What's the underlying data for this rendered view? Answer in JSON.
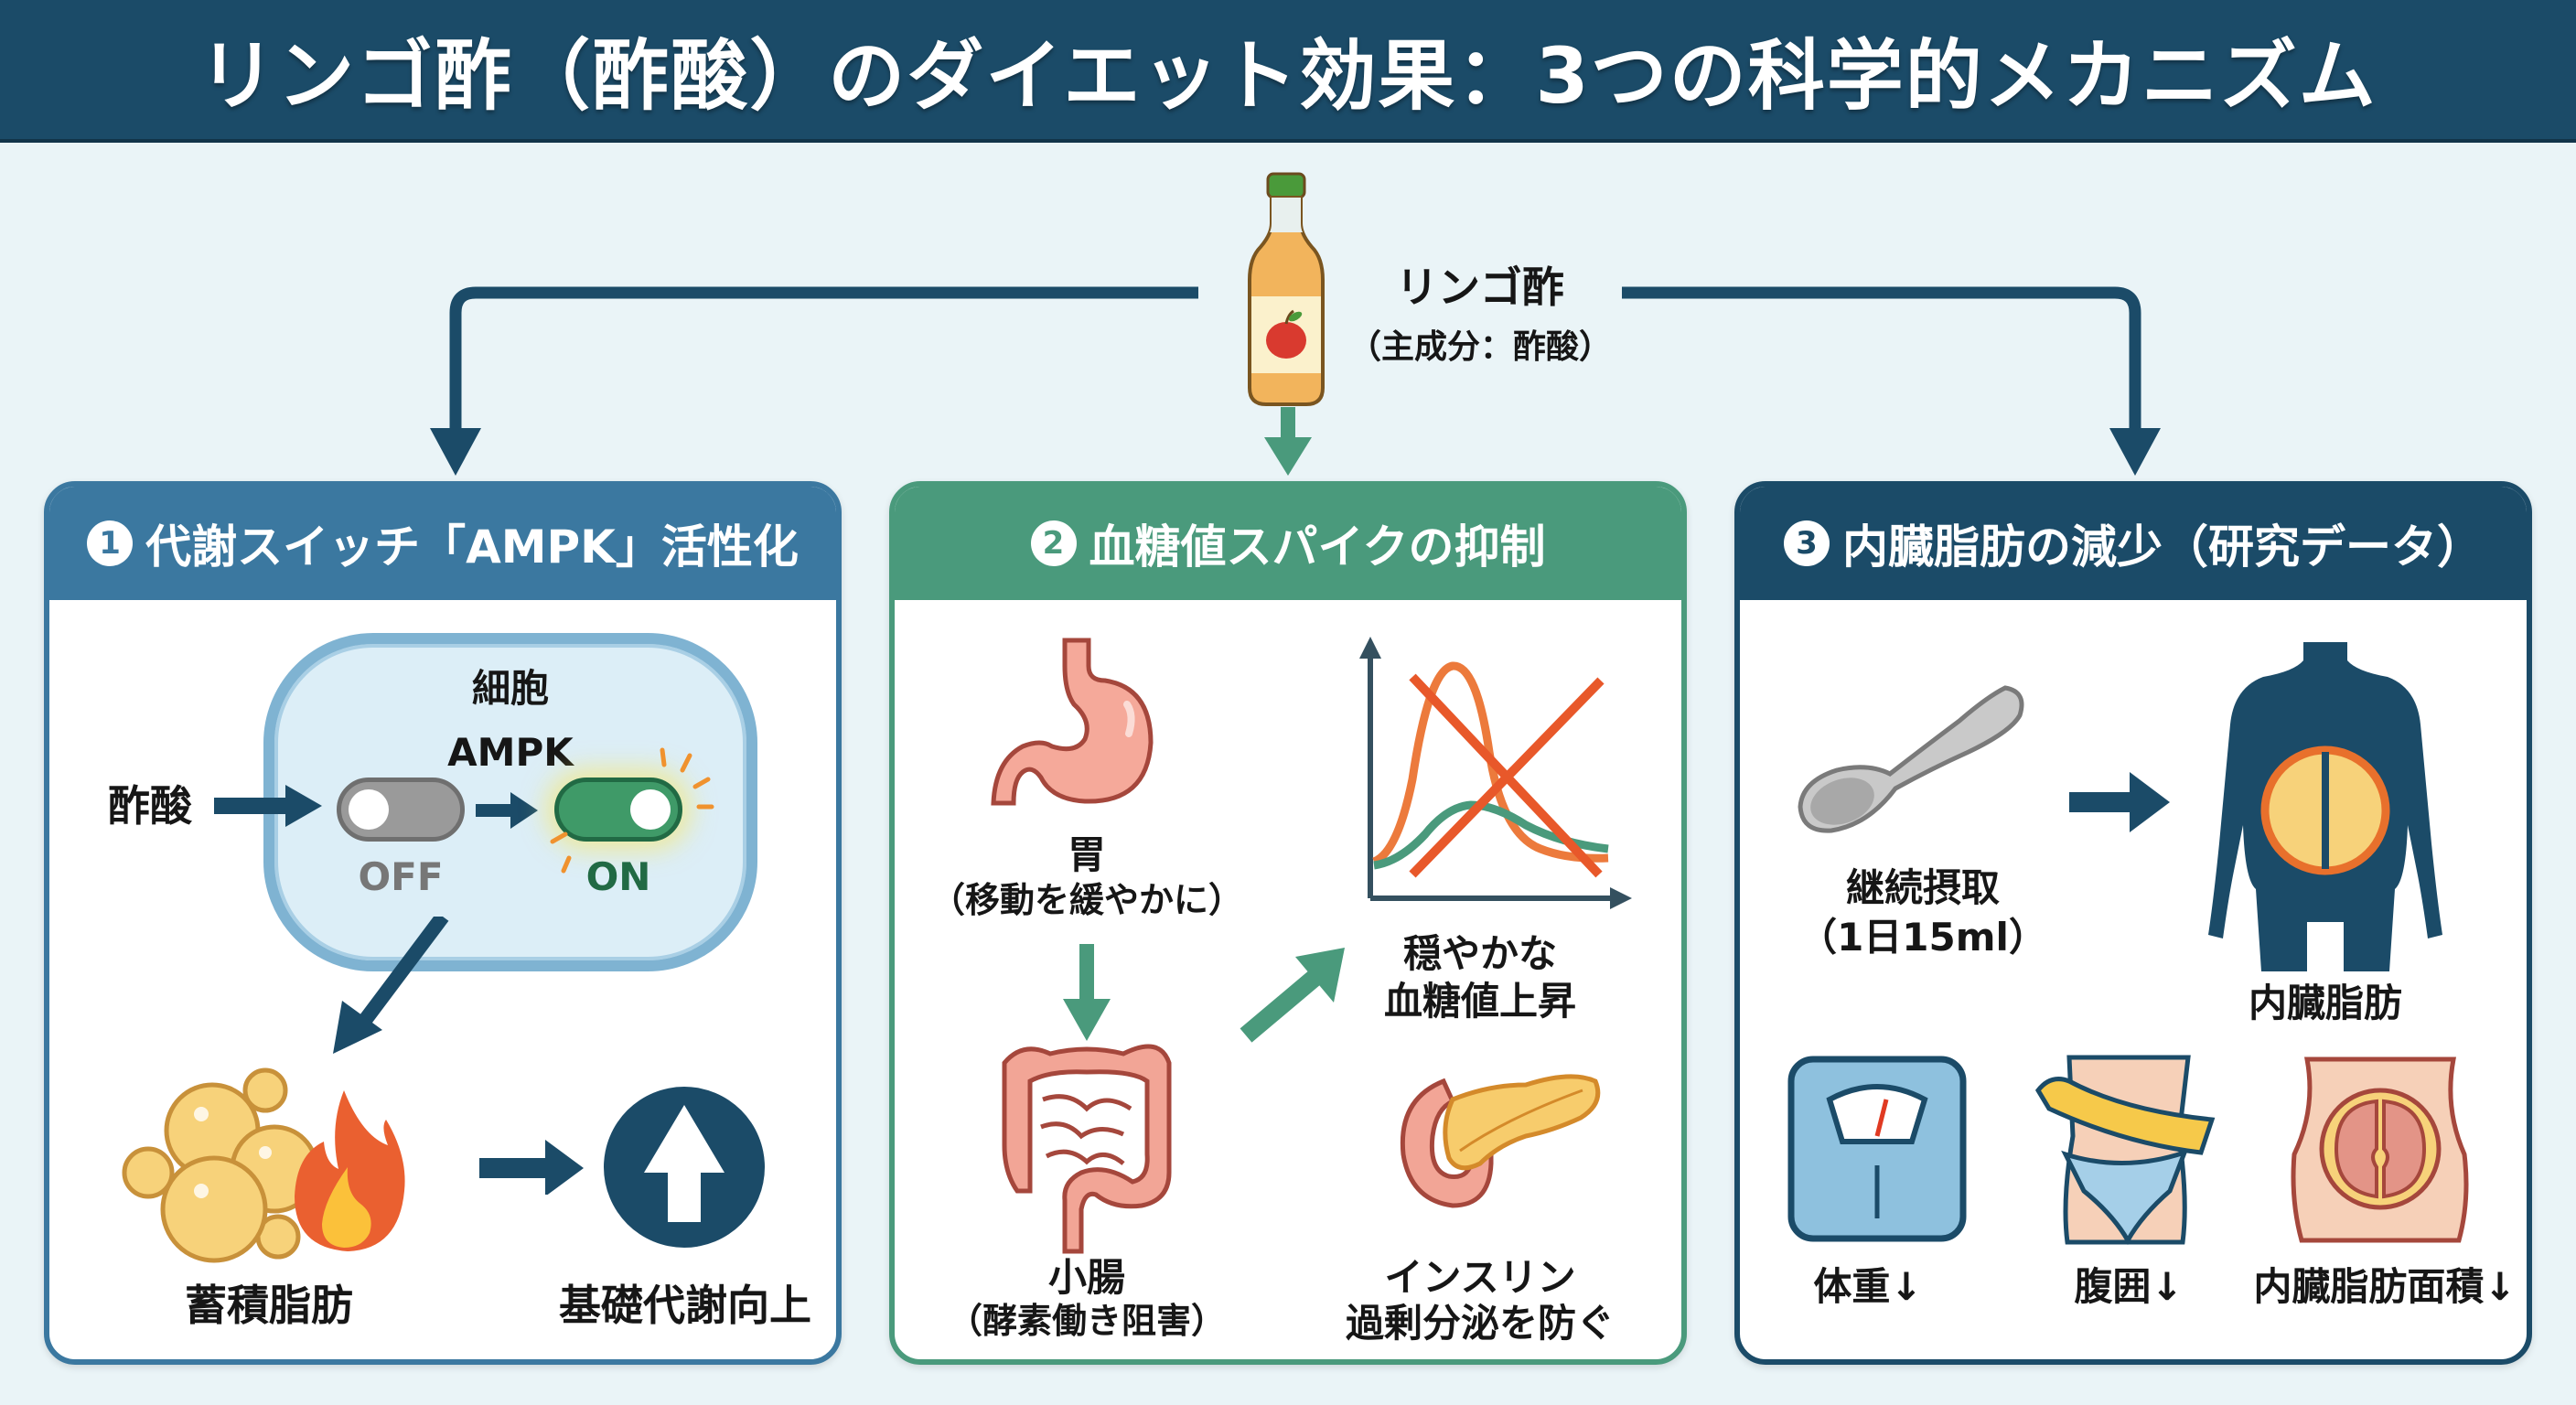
{
  "title": "リンゴ酢（酢酸）のダイエット効果：3つの科学的メカニズム",
  "source": {
    "name": "リンゴ酢",
    "sub": "（主成分：酢酸）",
    "icon": "vinegar-bottle-icon"
  },
  "colors": {
    "title_bg": "#1b4b68",
    "panel1": "#3b78a0",
    "panel2": "#4a9a7c",
    "panel3": "#1b4b68",
    "accent_orange": "#ec6a2c",
    "fat_yellow": "#f7d27a",
    "background": "#eaf4f7"
  },
  "panels": [
    {
      "number": "1",
      "title": "代謝スイッチ「AMPK」活性化",
      "cell_label": "細胞",
      "ampk_label": "AMPK",
      "input_label": "酢酸",
      "switch_off": "OFF",
      "switch_on": "ON",
      "fat_label": "蓄積脂肪",
      "result_label": "基礎代謝向上"
    },
    {
      "number": "2",
      "title": "血糖値スパイクの抑制",
      "stomach_label": "胃",
      "stomach_sub": "（移動を緩やかに）",
      "intestine_label": "小腸",
      "intestine_sub": "（酵素働き阻害）",
      "graph_label_1": "穏やかな",
      "graph_label_2": "血糖値上昇",
      "insulin_label": "インスリン",
      "insulin_sub": "過剰分泌を防ぐ"
    },
    {
      "number": "3",
      "title": "内臓脂肪の減少（研究データ）",
      "intake_label": "継続摂取",
      "intake_sub": "（1日15ml）",
      "body_label": "内臓脂肪",
      "results": [
        {
          "label": "体重↓",
          "icon": "scale-icon"
        },
        {
          "label": "腹囲↓",
          "icon": "measuring-tape-icon"
        },
        {
          "label": "内臓脂肪面積↓",
          "icon": "abdomen-cross-section-icon"
        }
      ]
    }
  ]
}
